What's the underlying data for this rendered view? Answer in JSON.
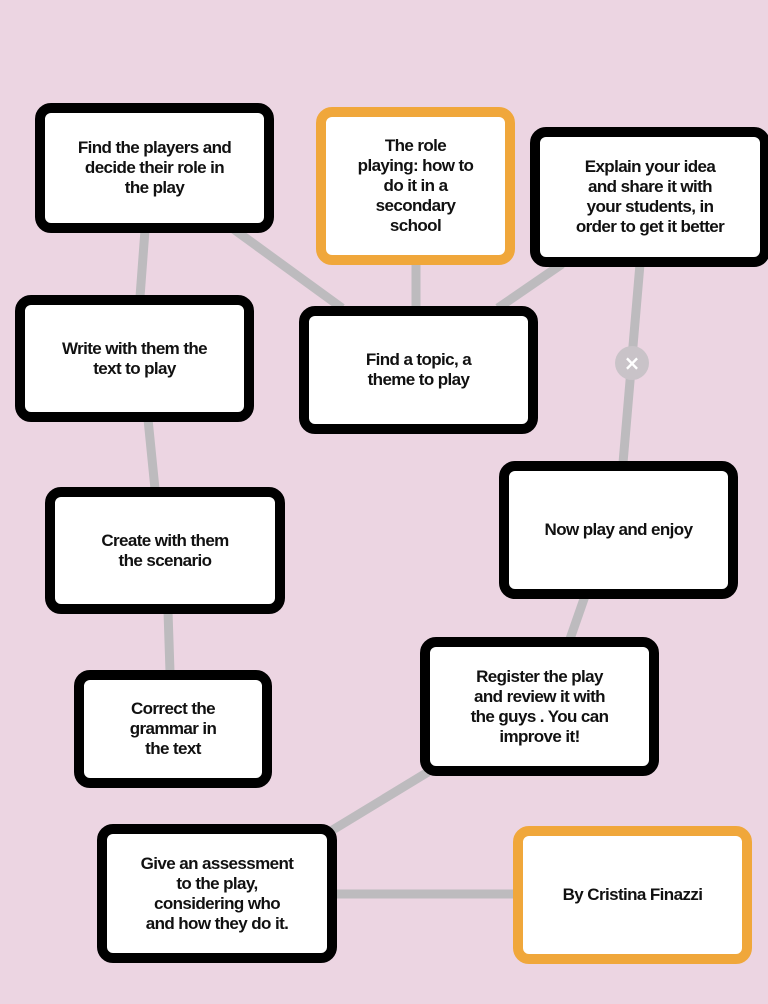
{
  "nodes": [
    {
      "id": "players",
      "text": "Find the players and\ndecide their role in\nthe play"
    },
    {
      "id": "title",
      "text": "The role\nplaying: how to\ndo it in a\nsecondary\nschool"
    },
    {
      "id": "explain",
      "text": "Explain your idea\nand share it with\nyour students, in\norder to get it better"
    },
    {
      "id": "write",
      "text": "Write with them the\ntext to play"
    },
    {
      "id": "topic",
      "text": "Find a topic, a\ntheme to play"
    },
    {
      "id": "scenario",
      "text": "Create with them\nthe scenario"
    },
    {
      "id": "play",
      "text": "Now play and enjoy"
    },
    {
      "id": "grammar",
      "text": "Correct the\ngrammar   in\nthe text"
    },
    {
      "id": "register",
      "text": "Register the play\nand review it with\nthe guys . You can\nimprove it!"
    },
    {
      "id": "assessment",
      "text": "Give an assessment\nto the play,\nconsidering who\nand how they do it."
    },
    {
      "id": "author",
      "text": "By Cristina Finazzi"
    }
  ],
  "colors": {
    "background": "#ecd5e2",
    "node_border": "#000000",
    "highlight_border": "#f0a73b",
    "link": "#bdbbbe"
  },
  "icons": {
    "link_delete": "close-icon",
    "glyph": "×"
  }
}
